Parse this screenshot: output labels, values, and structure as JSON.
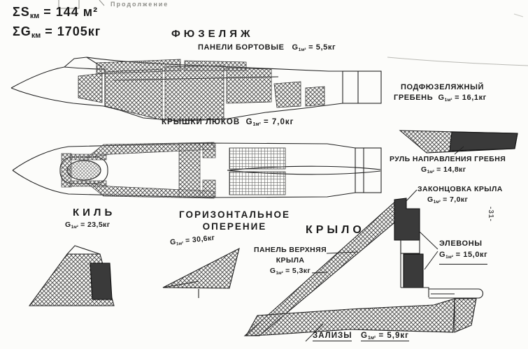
{
  "page": {
    "continuation_fragment": "Продолжение",
    "page_number": "-31-"
  },
  "summary": {
    "s_prefix": "ΣS",
    "s_sub": "км",
    "s_value": "= 144 м²",
    "g_prefix": "ΣG",
    "g_sub": "км",
    "g_value": "= 1705кг"
  },
  "g_symbol": "G",
  "g_subscript": "1м²",
  "sections": {
    "fuselage": {
      "title": "ФЮЗЕЛЯЖ"
    },
    "fin": {
      "title": "КИЛЬ",
      "value": "= 23,5кг"
    },
    "htail": {
      "title_line1": "ГОРИЗОНТАЛЬНОЕ",
      "title_line2": "ОПЕРЕНИЕ",
      "value": "= 30,6кг"
    },
    "wing": {
      "title": "КРЫЛО"
    }
  },
  "labels": {
    "side_panels": {
      "name": "ПАНЕЛИ БОРТОВЫЕ",
      "value": "= 5,5кг"
    },
    "hatch_covers": {
      "name": "КРЫШКИ ЛЮКОВ",
      "value": "= 7,0кг"
    },
    "ventral_fin": {
      "line1": "ПОДФЮЗЕЛЯЖНЫЙ",
      "line2": "ГРЕБЕНЬ",
      "value": "= 16,1кг"
    },
    "fin_rudder": {
      "name": "РУЛЬ НАПРАВЛЕНИЯ ГРЕБНЯ",
      "value": "= 14,8кг"
    },
    "wing_tip": {
      "name": "ЗАКОНЦОВКА КРЫЛА",
      "value": "= 7,0кг"
    },
    "upper_wing_panel": {
      "line1": "ПАНЕЛЬ ВЕРХНЯЯ",
      "line2": "КРЫЛА",
      "value": "= 5,3кг"
    },
    "elevons": {
      "name": "ЭЛЕВОНЫ",
      "value": "= 15,0кг"
    },
    "fillets": {
      "name": "ЗАЛИЗЫ",
      "value": "= 5,9кг"
    }
  }
}
